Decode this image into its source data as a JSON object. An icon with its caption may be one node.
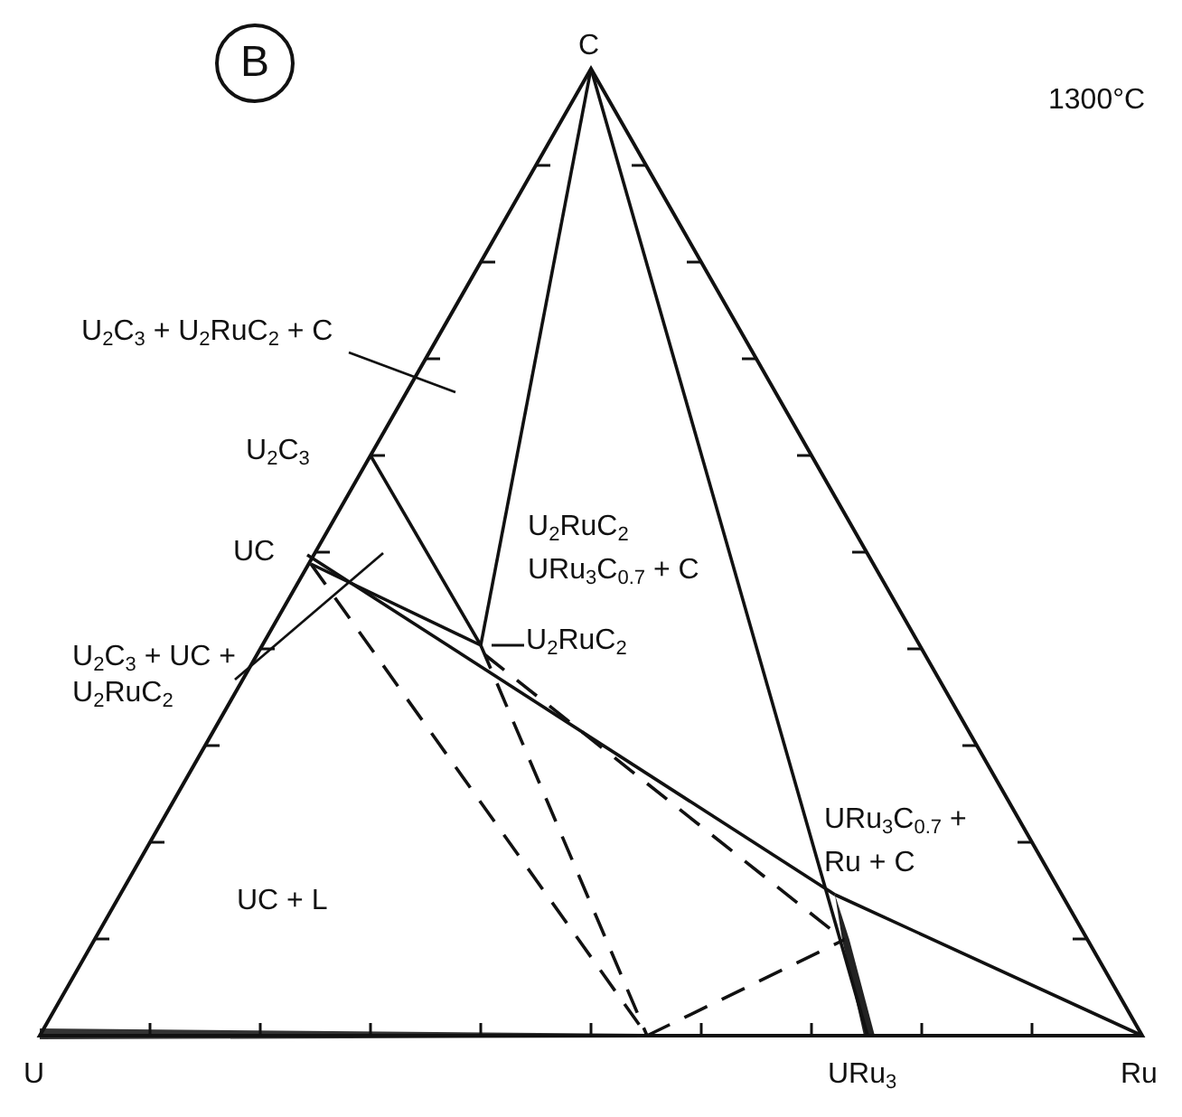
{
  "diagram": {
    "nodes": [
      {
        "text": [
          "B"
        ]
      },
      {
        "text": [
          "U$_{2}$C$_{3}$ + U$_{2}$RuC$_{2}$ + C"
        ]
      },
      {
        "text": [
          "U$_{2}$C$_{3}$ + UC + U$_{2}$RuC$_{2}$"
        ]
      },
      {
        "text": [
          "U$_{2}$RuC$_{2}$"
        ]
      }
    ],
    "edges": [
      {
        "from": 1,
        "to": null,
        "arrow": "none"
      },
      {
        "from": 2,
        "to": null,
        "arrow": "none"
      },
      {
        "from": 3,
        "to": null,
        "arrow": "none"
      }
    ],
    "labels": [
      "C",
      "1300°C",
      "U$_{2}$C$_{3}$",
      "U$_{2}$RuC$_{2}$ URu$_{3}$C$_{0.7}$ + C",
      "UC",
      "URu$_{3}$C$_{0.7}$ + Ru + C",
      "UC + L",
      "U",
      "URu$_{3}$",
      "Ru"
    ]
  }
}
